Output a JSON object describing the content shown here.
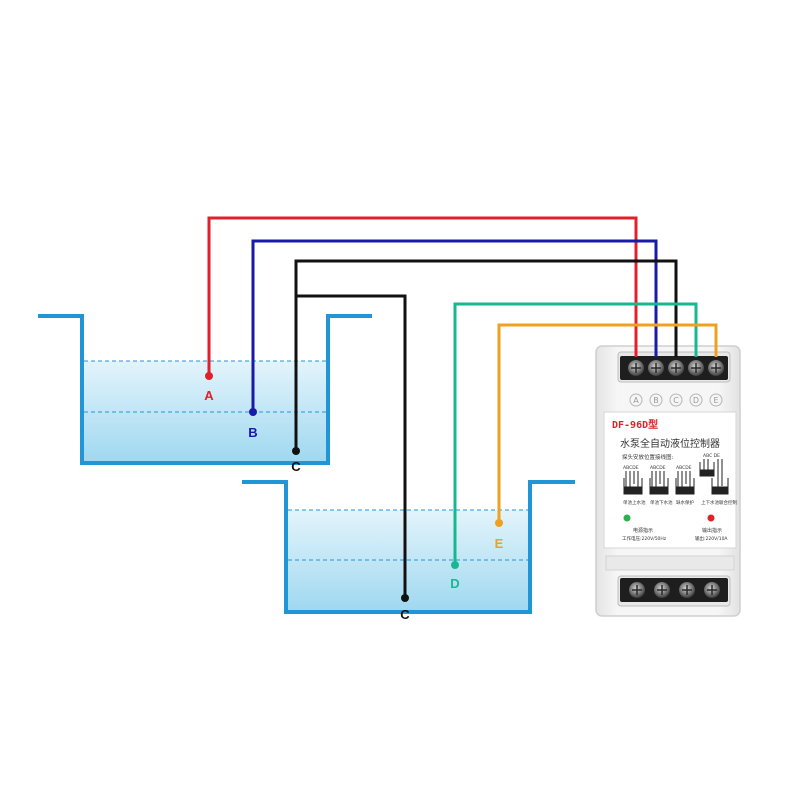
{
  "probes": [
    {
      "key": "A",
      "label": "A",
      "color": "#e0202a"
    },
    {
      "key": "B",
      "label": "B",
      "color": "#1a1aa8"
    },
    {
      "key": "C1",
      "label": "C",
      "color": "#111111"
    },
    {
      "key": "C2",
      "label": "C",
      "color": "#111111"
    },
    {
      "key": "D",
      "label": "D",
      "color": "#17b890"
    },
    {
      "key": "E",
      "label": "E",
      "color": "#f0a020"
    }
  ],
  "colors": {
    "tank_wall": "#2196d6",
    "water_top": "#e3f4fb",
    "water_bottom": "#9fd8f0",
    "level_line": "#2196d6",
    "device_body": "#f2f2f2",
    "device_edge": "#cfcfcf",
    "model_text": "#e0202a",
    "power_led": "#2bb24c",
    "output_led": "#e0202a"
  },
  "device": {
    "model": "DF-96D型",
    "title": "水泵全自动液位控制器",
    "subtitle": "探头安放位置接线图:",
    "terminal_letters": [
      "A",
      "B",
      "C",
      "D",
      "E"
    ],
    "mode_headers": [
      "ABCDE",
      "ABCDE",
      "ABCDE",
      "ABC  DE"
    ],
    "mode_captions": [
      "单池上水池",
      "单池下水池",
      "缺水保护",
      "上下水池联合控制"
    ],
    "power_label": "电源指示",
    "output_label": "输出指示",
    "voltage_left": "工作电压:220V/50Hz",
    "voltage_right": "输出:220V/10A"
  }
}
